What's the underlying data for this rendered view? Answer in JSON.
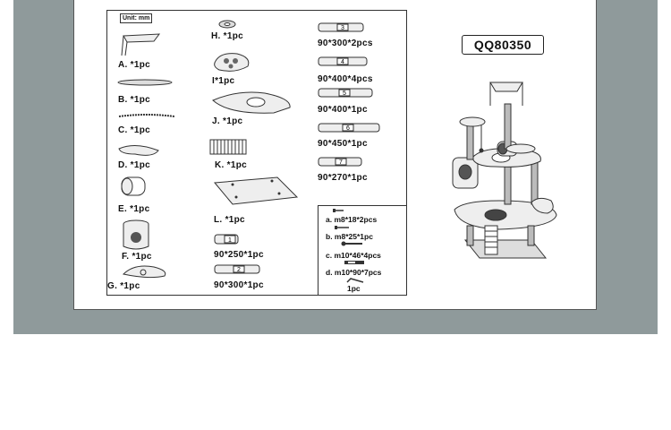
{
  "unit_label": "Unit: mm",
  "model_number": "QQ80350",
  "parts": [
    {
      "id": "A",
      "label": "A. *1pc"
    },
    {
      "id": "B",
      "label": "B. *1pc"
    },
    {
      "id": "C",
      "label": "C. *1pc"
    },
    {
      "id": "D",
      "label": "D. *1pc"
    },
    {
      "id": "E",
      "label": "E. *1pc"
    },
    {
      "id": "F",
      "label": "F. *1pc"
    },
    {
      "id": "G",
      "label": "G. *1pc"
    },
    {
      "id": "H",
      "label": "H. *1pc"
    },
    {
      "id": "I",
      "label": "I*1pc"
    },
    {
      "id": "J",
      "label": "J. *1pc"
    },
    {
      "id": "K",
      "label": "K. *1pc"
    },
    {
      "id": "L",
      "label": "L. *1pc"
    }
  ],
  "posts": [
    {
      "number": "1",
      "label": "90*250*1pc"
    },
    {
      "number": "2",
      "label": "90*300*1pc"
    },
    {
      "number": "3",
      "label": "90*300*2pcs"
    },
    {
      "number": "4",
      "label": "90*400*4pcs"
    },
    {
      "number": "5",
      "label": "90*400*1pc"
    },
    {
      "number": "6",
      "label": "90*450*1pc"
    },
    {
      "number": "7",
      "label": "90*270*1pc"
    }
  ],
  "hardware": [
    {
      "label": "a. m8*18*2pcs"
    },
    {
      "label": "b. m8*25*1pc"
    },
    {
      "label": "c. m10*46*4pcs"
    },
    {
      "label": "d. m10*90*7pcs"
    },
    {
      "label": "1pc"
    }
  ]
}
